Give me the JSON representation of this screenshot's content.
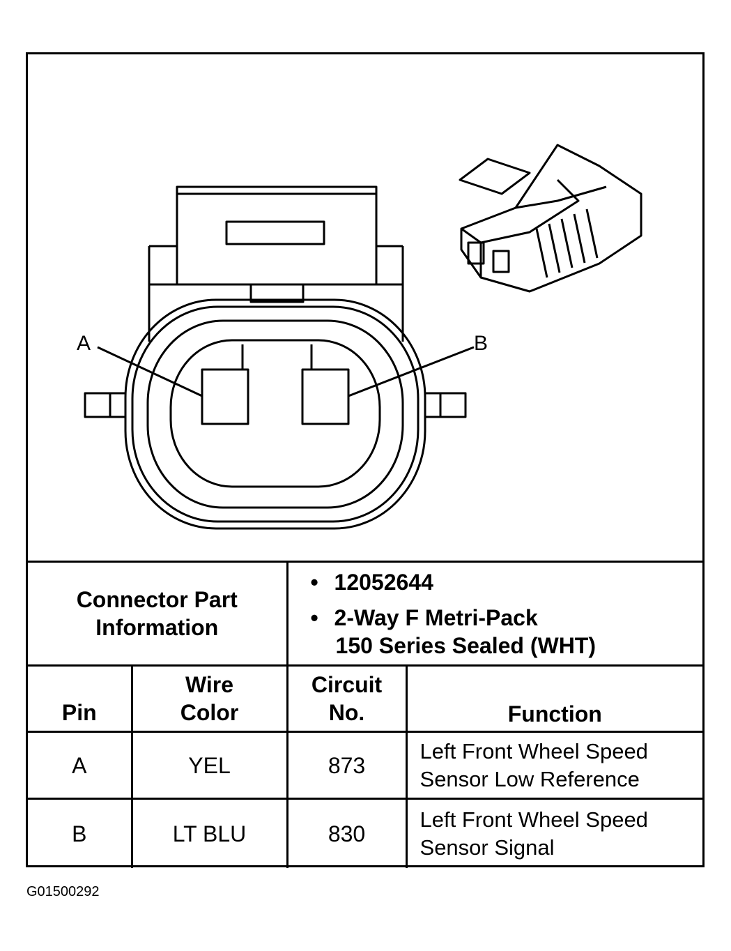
{
  "diagram": {
    "pin_a_label": "A",
    "pin_b_label": "B"
  },
  "connector_info": {
    "label": "Connector Part Information",
    "label_line1": "Connector Part",
    "label_line2": "Information",
    "bullets": [
      {
        "bullet": "•",
        "text": "12052644"
      },
      {
        "bullet": "•",
        "text_line1": "2-Way F Metri-Pack",
        "text_line2": "150 Series Sealed (WHT)"
      }
    ]
  },
  "table": {
    "headers": {
      "pin": "Pin",
      "wire_color_line1": "Wire",
      "wire_color_line2": "Color",
      "circuit_line1": "Circuit",
      "circuit_line2": "No.",
      "function": "Function"
    },
    "rows": [
      {
        "pin": "A",
        "wire_color": "YEL",
        "circuit": "873",
        "function_line1": "Left Front Wheel Speed",
        "function_line2": "Sensor Low Reference"
      },
      {
        "pin": "B",
        "wire_color": "LT BLU",
        "circuit": "830",
        "function_line1": "Left Front Wheel Speed",
        "function_line2": "Sensor Signal"
      }
    ]
  },
  "document_id": "G01500292"
}
